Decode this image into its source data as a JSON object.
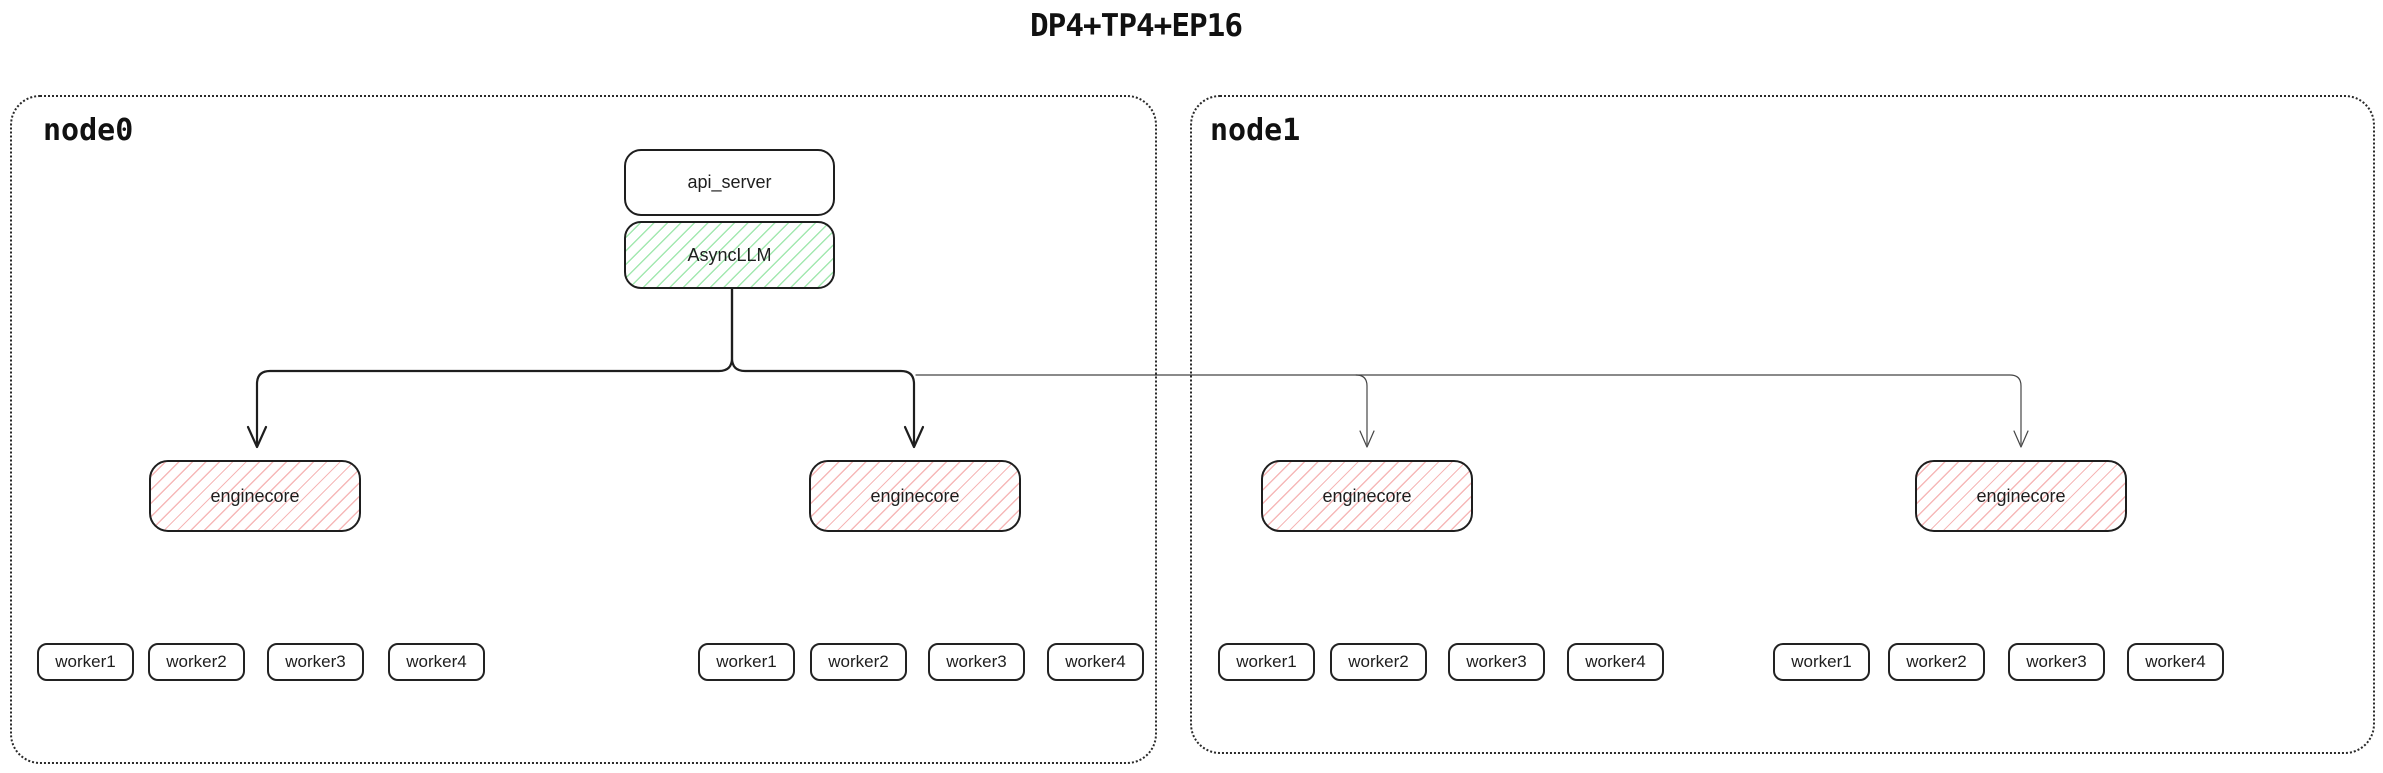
{
  "title": "DP4+TP4+EP16",
  "nodes": {
    "node0": {
      "label": "node0"
    },
    "node1": {
      "label": "node1"
    }
  },
  "api_server": {
    "label": "api_server"
  },
  "async_llm": {
    "label": "AsyncLLM"
  },
  "enginecores": [
    {
      "label": "enginecore"
    },
    {
      "label": "enginecore"
    },
    {
      "label": "enginecore"
    },
    {
      "label": "enginecore"
    }
  ],
  "worker_groups": [
    {
      "workers": [
        "worker1",
        "worker2",
        "worker3",
        "worker4"
      ]
    },
    {
      "workers": [
        "worker1",
        "worker2",
        "worker3",
        "worker4"
      ]
    },
    {
      "workers": [
        "worker1",
        "worker2",
        "worker3",
        "worker4"
      ]
    },
    {
      "workers": [
        "worker1",
        "worker2",
        "worker3",
        "worker4"
      ]
    }
  ],
  "colors": {
    "stroke": "#1e1e1e",
    "green_hatch": "#a3e8b0",
    "red_hatch": "#f6b8b8"
  }
}
